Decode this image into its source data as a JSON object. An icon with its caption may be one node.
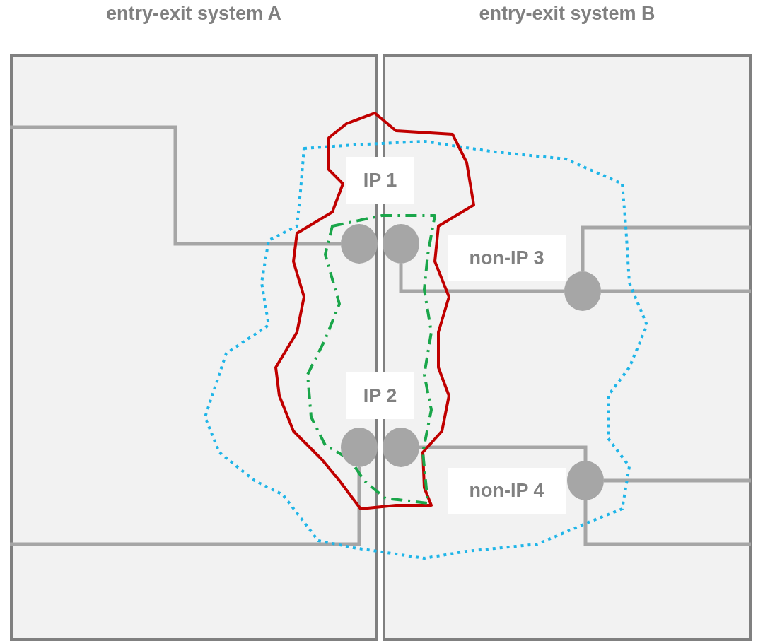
{
  "diagram": {
    "nodes": [
      {
        "text": [
          "entry-exit system A"
        ]
      },
      {
        "text": [
          "entry-exit system B"
        ]
      },
      {
        "text": [
          "IP 1"
        ]
      },
      {
        "text": [],
        "shape": "circle",
        "in": 0
      },
      {
        "text": [],
        "shape": "circle",
        "in": 1
      },
      {
        "text": [
          "non-IP 3"
        ],
        "in": 1
      },
      {
        "text": [],
        "shape": "circle",
        "in": 1
      },
      {
        "text": [
          "IP 2"
        ]
      },
      {
        "text": [],
        "shape": "circle",
        "in": 0
      },
      {
        "text": [],
        "shape": "circle",
        "in": 1
      },
      {
        "text": [
          "non-IP 4"
        ],
        "in": 1
      },
      {
        "text": [],
        "shape": "circle",
        "in": 1
      }
    ],
    "edges": [
      {
        "from": null,
        "to": 3,
        "arrow": "none"
      },
      {
        "from": 4,
        "to": 6,
        "arrow": "none"
      },
      {
        "from": 6,
        "to": null,
        "arrow": "none"
      },
      {
        "from": 6,
        "to": null,
        "arrow": "none"
      },
      {
        "from": 8,
        "to": null,
        "arrow": "none"
      },
      {
        "from": 9,
        "to": 11,
        "arrow": "none"
      },
      {
        "from": 11,
        "to": null,
        "arrow": "none"
      },
      {
        "from": 11,
        "to": null,
        "arrow": "none"
      }
    ]
  }
}
